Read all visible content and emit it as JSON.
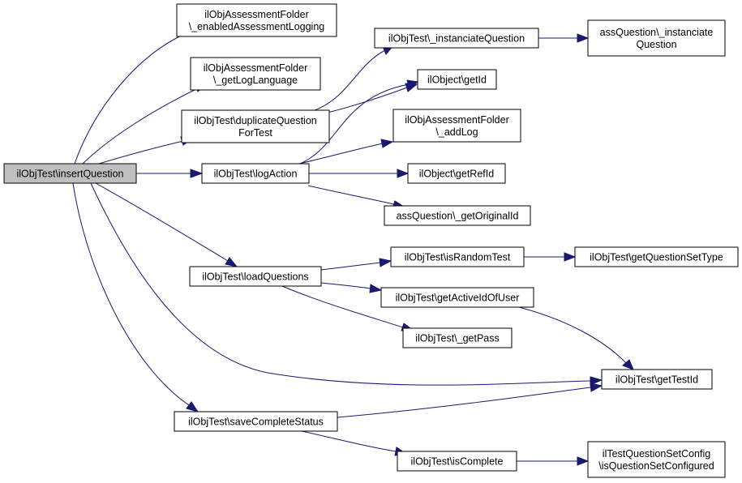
{
  "diagram": {
    "nodes": {
      "insertQuestion": {
        "lines": [
          "ilObjTest\\insertQuestion"
        ],
        "root": true
      },
      "enabledLogging": {
        "lines": [
          "ilObjAssessmentFolder",
          "\\_enabledAssessmentLogging"
        ]
      },
      "getLogLanguage": {
        "lines": [
          "ilObjAssessmentFolder",
          "\\_getLogLanguage"
        ]
      },
      "duplicateQuestion": {
        "lines": [
          "ilObjTest\\duplicateQuestion",
          "ForTest"
        ]
      },
      "logAction": {
        "lines": [
          "ilObjTest\\logAction"
        ]
      },
      "loadQuestions": {
        "lines": [
          "ilObjTest\\loadQuestions"
        ]
      },
      "saveCompleteStatus": {
        "lines": [
          "ilObjTest\\saveCompleteStatus"
        ]
      },
      "instanciateQuestion": {
        "lines": [
          "ilObjTest\\_instanciateQuestion"
        ]
      },
      "getId": {
        "lines": [
          "ilObject\\getId"
        ]
      },
      "addLog": {
        "lines": [
          "ilObjAssessmentFolder",
          "\\_addLog"
        ]
      },
      "getRefId": {
        "lines": [
          "ilObject\\getRefId"
        ]
      },
      "getOriginalId": {
        "lines": [
          "assQuestion\\_getOriginalId"
        ]
      },
      "isRandomTest": {
        "lines": [
          "ilObjTest\\isRandomTest"
        ]
      },
      "getActiveIdOfUser": {
        "lines": [
          "ilObjTest\\getActiveIdOfUser"
        ]
      },
      "getPass": {
        "lines": [
          "ilObjTest\\_getPass"
        ]
      },
      "isComplete": {
        "lines": [
          "ilObjTest\\isComplete"
        ]
      },
      "assInstanciate": {
        "lines": [
          "assQuestion\\_instanciate",
          "Question"
        ]
      },
      "getQuestionSetType": {
        "lines": [
          "ilObjTest\\getQuestionSetType"
        ]
      },
      "getTestId": {
        "lines": [
          "ilObjTest\\getTestId"
        ]
      },
      "isQuestionSetConfigured": {
        "lines": [
          "ilTestQuestionSetConfig",
          "\\isQuestionSetConfigured"
        ]
      }
    },
    "edges": [
      [
        "insertQuestion",
        "enabledLogging"
      ],
      [
        "insertQuestion",
        "getLogLanguage"
      ],
      [
        "insertQuestion",
        "duplicateQuestion"
      ],
      [
        "insertQuestion",
        "logAction"
      ],
      [
        "insertQuestion",
        "loadQuestions"
      ],
      [
        "insertQuestion",
        "getTestId"
      ],
      [
        "insertQuestion",
        "saveCompleteStatus"
      ],
      [
        "duplicateQuestion",
        "instanciateQuestion"
      ],
      [
        "duplicateQuestion",
        "getId"
      ],
      [
        "instanciateQuestion",
        "assInstanciate"
      ],
      [
        "logAction",
        "getId"
      ],
      [
        "logAction",
        "addLog"
      ],
      [
        "logAction",
        "getRefId"
      ],
      [
        "logAction",
        "getOriginalId"
      ],
      [
        "loadQuestions",
        "isRandomTest"
      ],
      [
        "loadQuestions",
        "getActiveIdOfUser"
      ],
      [
        "loadQuestions",
        "getPass"
      ],
      [
        "isRandomTest",
        "getQuestionSetType"
      ],
      [
        "getActiveIdOfUser",
        "getTestId"
      ],
      [
        "saveCompleteStatus",
        "getTestId"
      ],
      [
        "saveCompleteStatus",
        "isComplete"
      ],
      [
        "isComplete",
        "isQuestionSetConfigured"
      ]
    ]
  }
}
